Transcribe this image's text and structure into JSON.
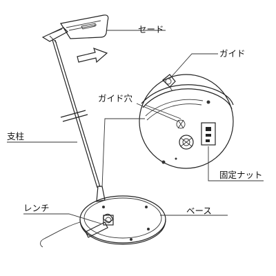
{
  "labels": {
    "shade": "セード",
    "guide": "ガイド",
    "guide_hole": "ガイド穴",
    "pole": "支柱",
    "fixing_nut": "固定ナット",
    "wrench": "レンチ",
    "base": "ベース"
  }
}
